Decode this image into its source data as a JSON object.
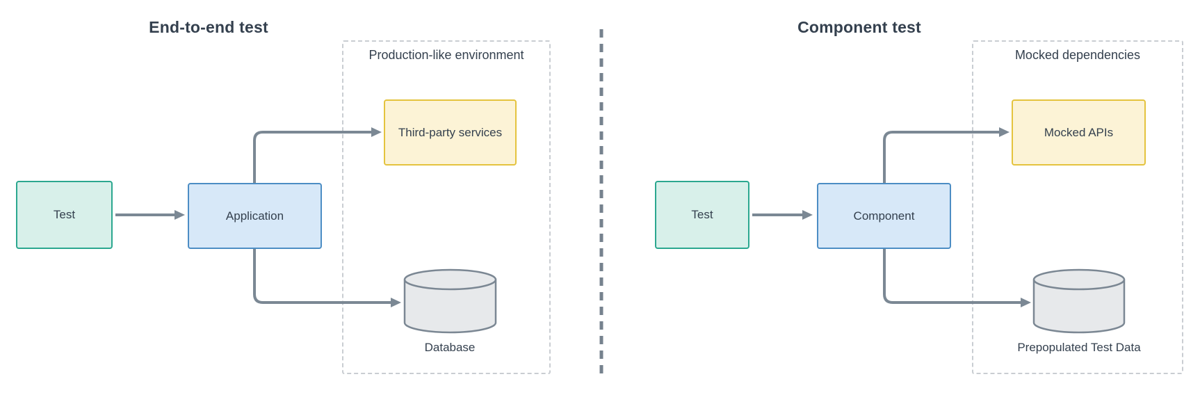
{
  "left": {
    "title": "End-to-end test",
    "test_box": "Test",
    "main_box": "Application",
    "group_title": "Production-like environment",
    "service_box": "Third-party services",
    "database_label": "Database"
  },
  "right": {
    "title": "Component test",
    "test_box": "Test",
    "main_box": "Component",
    "group_title": "Mocked dependencies",
    "service_box": "Mocked APIs",
    "database_label": "Prepopulated Test Data"
  },
  "colors": {
    "text": "#34404E",
    "arrow": "#7B8894",
    "divider": "#76828E",
    "group-border": "#C9CDD2",
    "teal-fill": "#D8F0EA",
    "teal-border": "#2BA78F",
    "blue-fill": "#D7E8F8",
    "blue-border": "#4C8DC4",
    "yellow-fill": "#FCF3D6",
    "yellow-border": "#E4C33E",
    "gray-fill": "#E7E9EB",
    "gray-border": "#7B8793"
  }
}
